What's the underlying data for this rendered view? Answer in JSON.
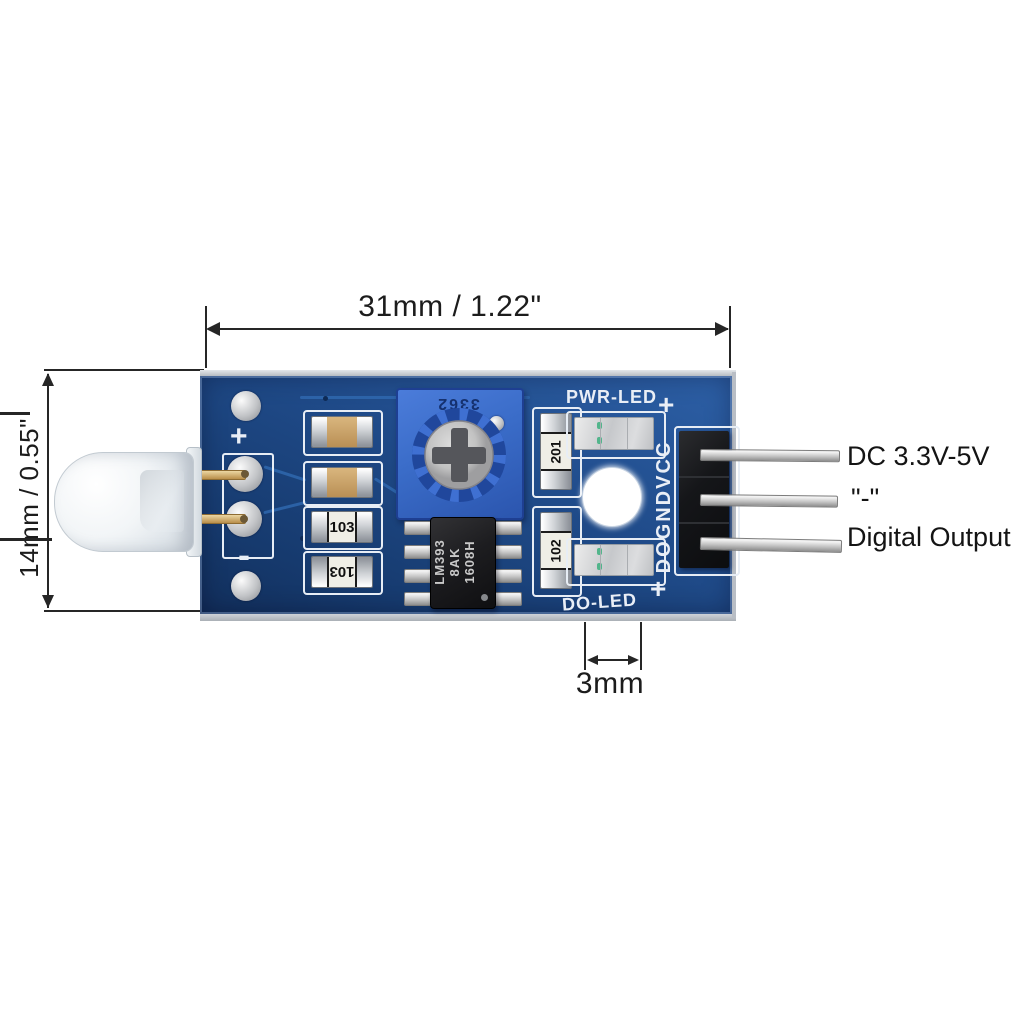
{
  "annotations": {
    "width_label": "31mm / 1.22\"",
    "height_label": "14mm / 0.55\"",
    "led_pitch_label": "3mm",
    "pins": [
      "DC 3.3V-5V",
      "\"-\"",
      "Digital Output"
    ]
  },
  "board": {
    "silkscreen": {
      "pwr_led": "PWR-LED",
      "do_led": "DO-LED",
      "plus": "+",
      "minus": "-",
      "header_labels": "DOGNDVCC"
    },
    "components": {
      "trimpot_code": "3362",
      "ic_line1": "LM393",
      "ic_line2": "8AK",
      "ic_line3": "1608H",
      "resistor_a": "103",
      "resistor_b": "103",
      "resistor_c": "201",
      "resistor_d": "102"
    },
    "colors": {
      "pcb_blue": "#1d4885",
      "trimpot_blue": "#3a6cc8",
      "silkscreen_white": "#e8eef6",
      "header_black": "#141517",
      "pin_silver": "#c2c4c6",
      "lead_gold": "#c8a35d",
      "led_indicator_green": "#44b183"
    }
  }
}
